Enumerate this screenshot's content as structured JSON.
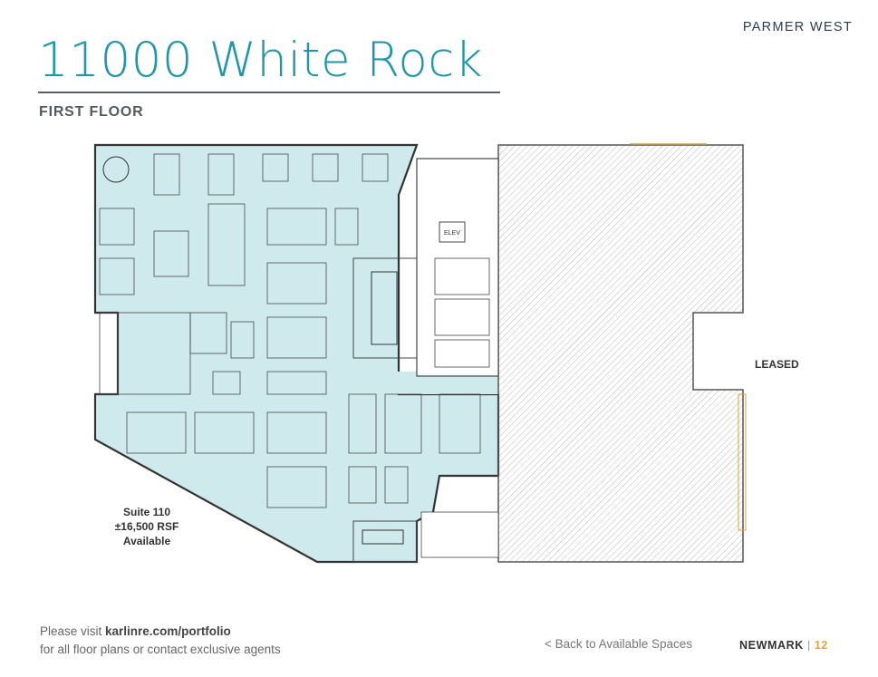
{
  "header": {
    "brand": "PARMER WEST",
    "title": "11000 White Rock",
    "subtitle": "FIRST FLOOR"
  },
  "floorplan": {
    "suite_name": "Suite 110",
    "suite_size": "±16,500 RSF",
    "suite_status": "Available",
    "leased_label": "LEASED",
    "elevator_label": "ELEV",
    "colors": {
      "available_fill": "#cfeaed",
      "wall": "#333333",
      "hatch": "#9a9a9a"
    }
  },
  "footer": {
    "visit_prefix": "Please visit ",
    "visit_link": "karlinre.com/portfolio",
    "visit_line2": "for all floor plans or contact exclusive agents",
    "back_link": "< Back to Available Spaces",
    "company": "NEWMARK",
    "separator": "|",
    "page_number": "12"
  }
}
